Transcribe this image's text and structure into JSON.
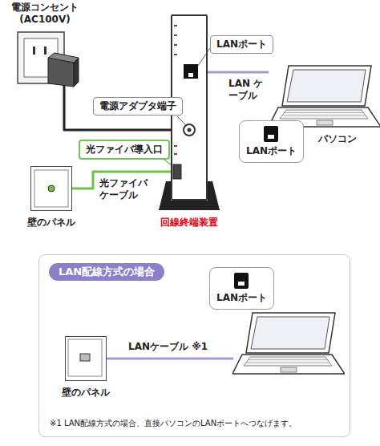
{
  "diagram": {
    "nodes": [
      {
        "text": [
          "電源コンセント (AC100V)"
        ]
      },
      {
        "text": [
          "回線終端装置"
        ]
      },
      {
        "text": [
          "LANポート"
        ]
      },
      {
        "text": [
          "電源アダプタ端子"
        ]
      },
      {
        "text": [
          "光ファイバ導入口"
        ]
      },
      {
        "text": [
          "パソコン",
          "LANポート"
        ]
      },
      {
        "text": [
          "壁のパネル"
        ]
      },
      {
        "text": [
          "LAN配線方式の場合"
        ]
      },
      {
        "text": [
          "LANポート"
        ],
        "in": 7
      },
      {
        "text": [
          "壁のパネル"
        ],
        "in": 7
      }
    ],
    "edges": [
      {
        "from": 0,
        "to": 1,
        "arrow": "none"
      },
      {
        "from": 6,
        "to": 1,
        "label": "光ファイバ ケーブル",
        "arrow": "none"
      },
      {
        "from": 1,
        "to": 5,
        "label": "LAN ケーブル",
        "arrow": "none"
      },
      {
        "from": 9,
        "to": 8,
        "label": "LANケーブル ※1",
        "arrow": "none"
      }
    ],
    "labels": [
      "※1 LAN配線方式の場合、直接パソコンのLANポートへつなげます。"
    ]
  }
}
